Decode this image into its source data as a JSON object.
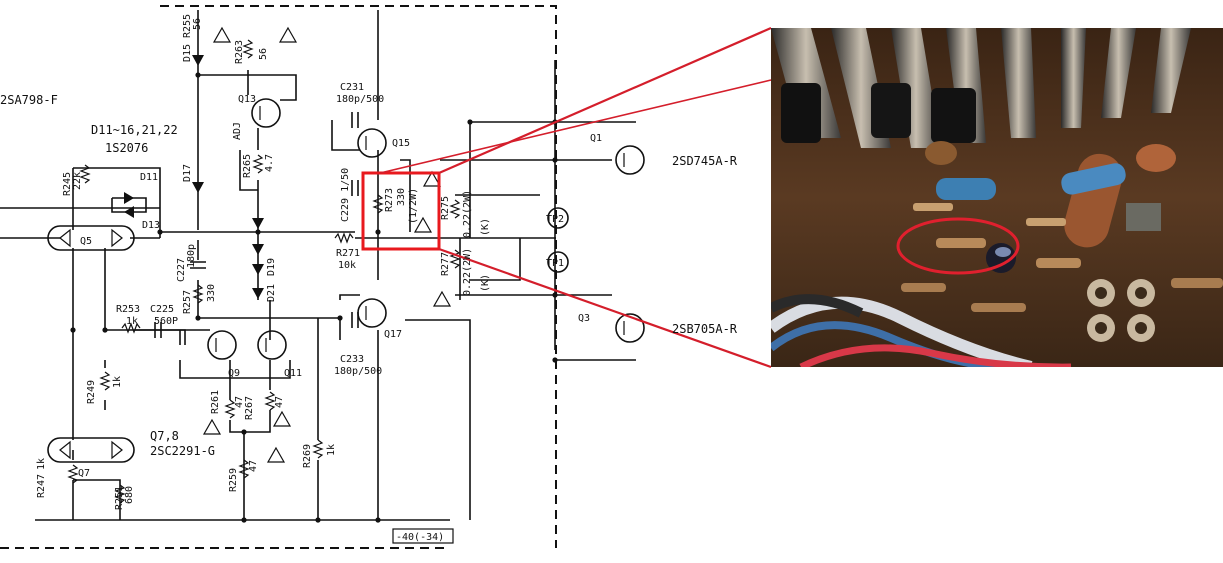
{
  "title": "",
  "transistors": {
    "q1": "Q1",
    "q3": "Q3",
    "q5": "Q5",
    "q7": "Q7",
    "q78": "Q7,8",
    "q9": "Q9",
    "q11": "Q11",
    "q13": "Q13",
    "q15": "Q15",
    "q17": "Q17"
  },
  "part_numbers": {
    "sa798": "2SA798-F",
    "d11_22": "D11~16,21,22",
    "s2076": "1S2076",
    "sd745": "2SD745A-R",
    "sb705": "2SB705A-R",
    "c2291": "2SC2291-G"
  },
  "diodes": {
    "d11": "D11",
    "d13": "D13",
    "d15": "D15",
    "d17": "D17",
    "d19": "D19",
    "d21": "D21"
  },
  "resistors": {
    "r245": "R245",
    "r245_val": "22k",
    "r247": "R247",
    "r247_val": "1k",
    "r249": "R249",
    "r249_val": "1k",
    "r251": "R251",
    "r251_val": "680",
    "r253": "R253",
    "r253_val": "1k",
    "r255": "R255",
    "r255_val": "56",
    "r257": "R257",
    "r257_val": "330",
    "r259": "R259",
    "r259_val": "47",
    "r261": "R261",
    "r261_val": "47",
    "r263": "R263",
    "r263_val": "56",
    "r265": "R265",
    "r265_val": "4.7",
    "r267": "R267",
    "r267_val": "47",
    "r269": "R269",
    "r269_val": "1k",
    "r271": "R271",
    "r271_val": "10k",
    "r273": "R273",
    "r273_val": "330",
    "r273_w": "(1/2W)",
    "r275": "R275",
    "r275_val": "0.22(2W)",
    "r275_k": "(K)",
    "r277": "R277",
    "r277_val": "0.22(2W)",
    "r277_k": "(K)"
  },
  "capacitors": {
    "c225": "C225",
    "c225_val": "560P",
    "c227": "C227",
    "c227_val": "180p",
    "c229": "C229 1/50",
    "c231": "C231",
    "c231_val": "180p/500",
    "c233": "C233",
    "c233_val": "180p/500"
  },
  "test_points": {
    "tp1": "TP1",
    "tp2": "TP2"
  },
  "adj": "ADJ",
  "ref": "-40(-34)",
  "colors": {
    "highlight": "#e8191e",
    "ink": "#111111",
    "ellipse": "#e0202e"
  }
}
